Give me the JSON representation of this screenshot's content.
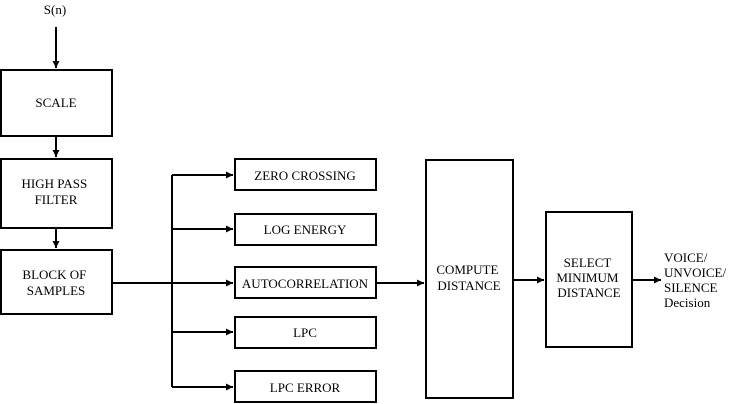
{
  "input": {
    "label": "S(n)"
  },
  "blocks": {
    "scale": [
      "SCALE"
    ],
    "high_pass_filter": [
      "HIGH PASS",
      "FILTER"
    ],
    "block_of_samples": [
      "BLOCK OF",
      "SAMPLES"
    ],
    "zero_crossing": [
      "ZERO CROSSING"
    ],
    "log_energy": [
      "LOG ENERGY"
    ],
    "autocorrelation": [
      "AUTOCORRELATION"
    ],
    "lpc": [
      "LPC"
    ],
    "lpc_error": [
      "LPC ERROR"
    ],
    "compute_distance": [
      "COMPUTE",
      "DISTANCE"
    ],
    "select_minimum_distance": [
      "SELECT",
      "MINIMUM",
      "DISTANCE"
    ]
  },
  "output": {
    "lines": [
      "VOICE/",
      "UNVOICE/",
      "SILENCE",
      "Decision"
    ]
  }
}
